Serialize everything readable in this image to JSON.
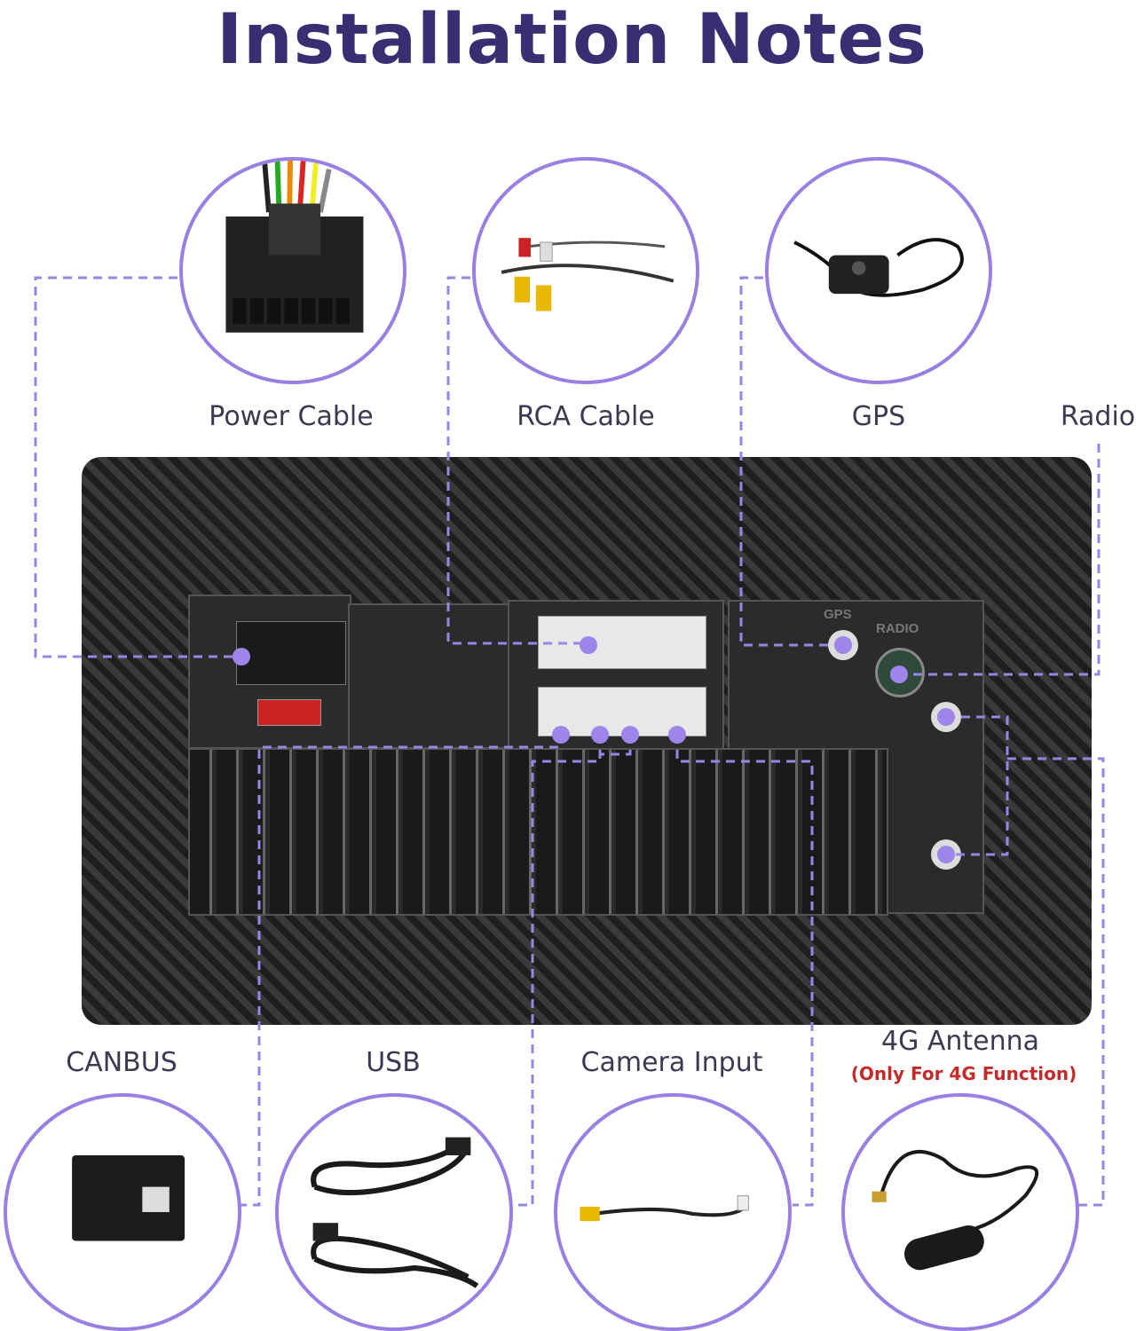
{
  "title": "Installation Notes",
  "top_items": [
    {
      "label": "Power Cable"
    },
    {
      "label": "RCA Cable"
    },
    {
      "label": "GPS"
    },
    {
      "label": "Radio"
    }
  ],
  "bottom_items": [
    {
      "label": "CANBUS"
    },
    {
      "label": "USB"
    },
    {
      "label": "Camera Input"
    },
    {
      "label": "4G Antenna",
      "note": "(Only For 4G Function)"
    }
  ],
  "device_labels": {
    "gps": "GPS",
    "radio": "RADIO"
  },
  "colors": {
    "title": "#3b2d72",
    "accent": "#9a7fe2",
    "note": "#c42a2a"
  }
}
